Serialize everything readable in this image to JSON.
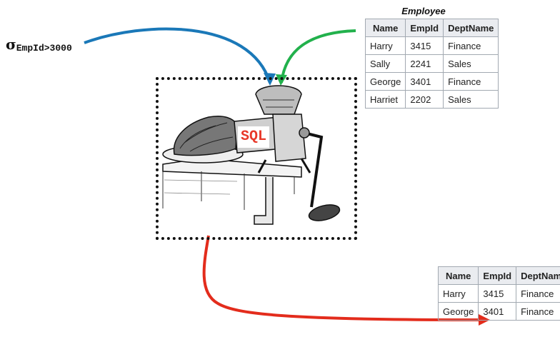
{
  "selection": {
    "symbol": "σ",
    "condition": "EmpId>3000"
  },
  "processor": {
    "label": "SQL"
  },
  "input_table": {
    "caption": "Employee",
    "headers": [
      "Name",
      "EmpId",
      "DeptName"
    ],
    "rows": [
      [
        "Harry",
        "3415",
        "Finance"
      ],
      [
        "Sally",
        "2241",
        "Sales"
      ],
      [
        "George",
        "3401",
        "Finance"
      ],
      [
        "Harriet",
        "2202",
        "Sales"
      ]
    ]
  },
  "output_table": {
    "headers": [
      "Name",
      "EmpId",
      "DeptName"
    ],
    "rows": [
      [
        "Harry",
        "3415",
        "Finance"
      ],
      [
        "George",
        "3401",
        "Finance"
      ]
    ]
  },
  "colors": {
    "condition_arrow": "#1a78b8",
    "table_arrow": "#22b14c",
    "output_arrow": "#e32c1c"
  }
}
